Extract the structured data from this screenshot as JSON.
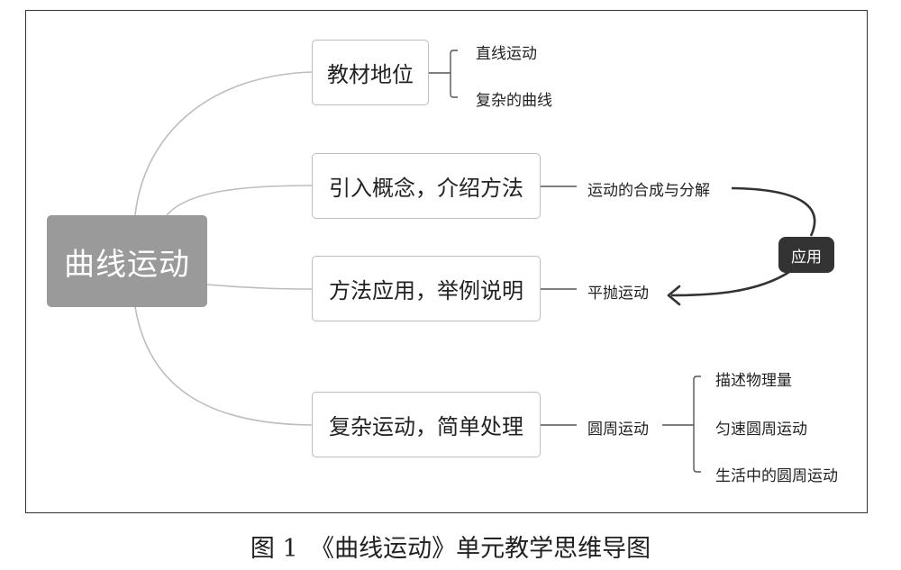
{
  "root": {
    "label": "曲线运动"
  },
  "branches": [
    {
      "label": "教材地位",
      "children": [
        "直线运动",
        "复杂的曲线"
      ]
    },
    {
      "label": "引入概念，介绍方法",
      "child": "运动的合成与分解"
    },
    {
      "label": "方法应用，举例说明",
      "child": "平抛运动"
    },
    {
      "label": "复杂运动，简单处理",
      "child": "圆周运动",
      "grandchildren": [
        "描述物理量",
        "匀速圆周运动",
        "生活中的圆周运动"
      ]
    }
  ],
  "connector_badge": "应用",
  "caption": "图 1　《曲线运动》单元教学思维导图",
  "colors": {
    "root_bg": "#9a9a9a",
    "badge_bg": "#333333",
    "line": "#bdbdbd",
    "arrow": "#333333"
  }
}
